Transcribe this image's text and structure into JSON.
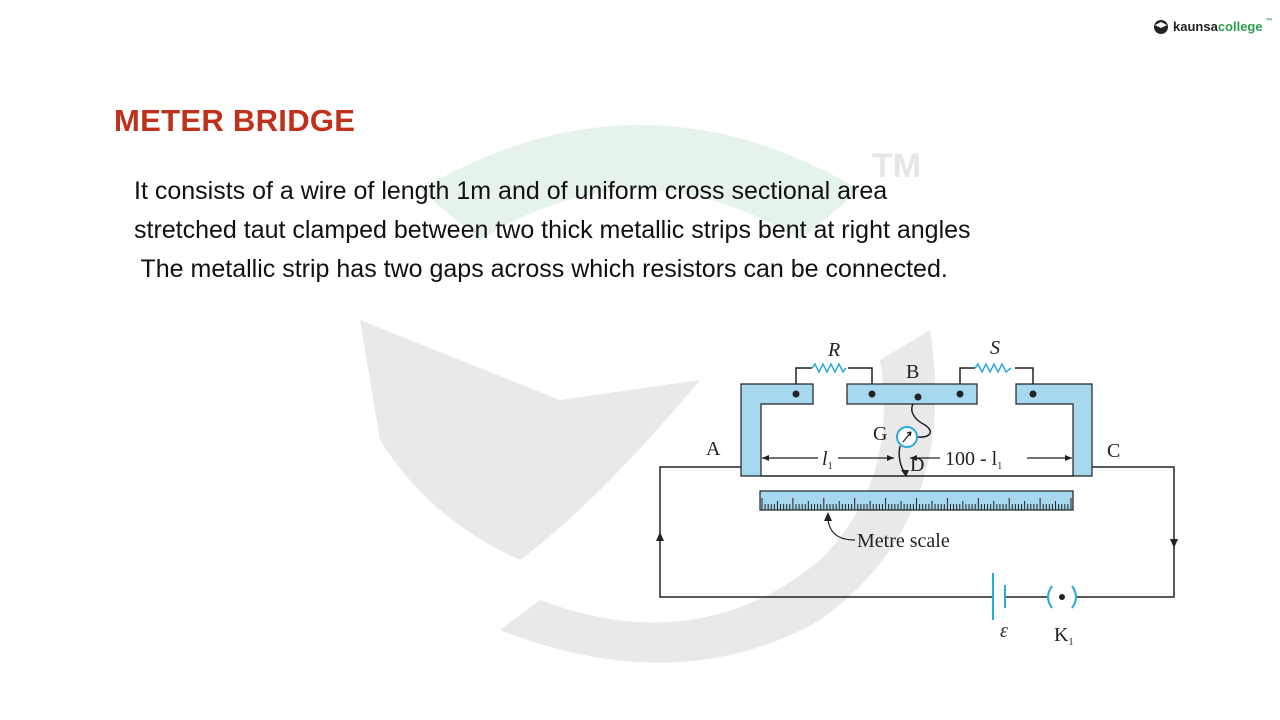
{
  "logo": {
    "brand_dark": "kaunsa",
    "brand_green": "college",
    "mark": "™"
  },
  "watermark": {
    "mark": "TM"
  },
  "slide": {
    "title": "METER BRIDGE",
    "lines": [
      "It consists of a wire of length 1m and of uniform cross sectional area",
      "stretched taut clamped between two thick metallic strips bent at right angles",
      " The metallic strip has two gaps across which resistors can be connected."
    ]
  },
  "diagram": {
    "R": "R",
    "S": "S",
    "B": "B",
    "A": "A",
    "C": "C",
    "G": "G",
    "D": "D",
    "l1": "l",
    "l1_sub": "1",
    "rest": "100 - l",
    "rest_sub": "1",
    "scale": "Metre scale",
    "emf": "ε",
    "key": "K",
    "key_sub": "1"
  },
  "colors": {
    "title": "#c0311b",
    "strip": "#a6d8f0",
    "accent": "#29a8e0",
    "brand": "#2e9e4f"
  }
}
